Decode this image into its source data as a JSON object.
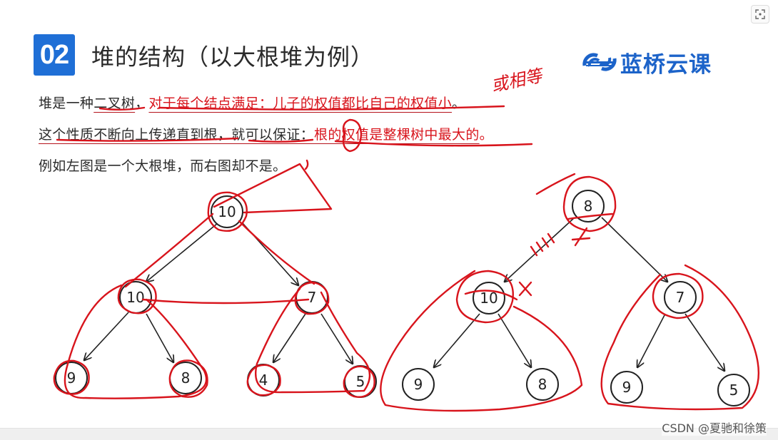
{
  "header": {
    "badge": "02",
    "title": "堆的结构（以大根堆为例）",
    "brand": "蓝桥云课"
  },
  "body": {
    "line1": {
      "p1": "堆是一种",
      "p2": "二叉树",
      "p3": "，",
      "p4": "对于每个结点满足：儿子的权值都比自己的权值小",
      "p5": "。"
    },
    "line2": {
      "p1": "这个性质不断向上传递直到根，就可以保证：",
      "p2": "根的权值是整棵树中最大的",
      "p3": "。"
    },
    "line3": "例如左图是一个大根堆，而右图却不是。"
  },
  "annotations": {
    "handwritten_note": "或相等"
  },
  "trees": {
    "left": {
      "root": "10",
      "left": "10",
      "right": "7",
      "left_left": "9",
      "left_right": "8",
      "right_left": "4",
      "right_right": "5"
    },
    "right": {
      "root": "8",
      "left": "10",
      "right": "7",
      "left_left": "9",
      "left_right": "8",
      "right_left": "9",
      "right_right": "5"
    }
  },
  "colors": {
    "accent_blue": "#1f6fd6",
    "ink_red": "#d8141c"
  },
  "icons": [
    "expand-icon",
    "bridge-logo-icon"
  ],
  "watermark": "CSDN @夏驰和徐策"
}
